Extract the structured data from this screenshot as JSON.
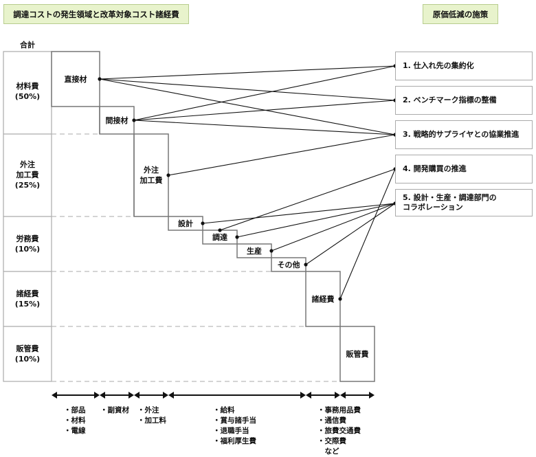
{
  "titles": {
    "left": "調達コストの発生領域と改革対象コスト諸経費",
    "right": "原価低減の施策"
  },
  "total_label": "合計",
  "cost_categories": [
    {
      "label": "材料費\n(50%)",
      "share_percent": 50
    },
    {
      "label": "外注\n加工費\n(25%)",
      "share_percent": 25
    },
    {
      "label": "労務費\n(10%)",
      "share_percent": 10
    },
    {
      "label": "諸経費\n(15%)",
      "share_percent": 15
    },
    {
      "label": "販管費\n(10%)",
      "share_percent": 10
    }
  ],
  "cost_items": [
    {
      "id": "direct",
      "label": "直接材"
    },
    {
      "id": "indirect",
      "label": "間接材"
    },
    {
      "id": "outsourcing",
      "label": "外注\n加工費"
    },
    {
      "id": "design",
      "label": "設計"
    },
    {
      "id": "procurement",
      "label": "調達"
    },
    {
      "id": "production",
      "label": "生産"
    },
    {
      "id": "other",
      "label": "その他"
    },
    {
      "id": "overhead",
      "label": "諸経費"
    },
    {
      "id": "sga",
      "label": "販管費"
    }
  ],
  "measures": [
    {
      "id": "m1",
      "label": "1. 仕入れ先の集約化"
    },
    {
      "id": "m2",
      "label": "2. ベンチマーク指標の整備"
    },
    {
      "id": "m3",
      "label": "3. 戦略的サプライヤとの協業推進"
    },
    {
      "id": "m4",
      "label": "4. 開発購買の推進"
    },
    {
      "id": "m5",
      "label": "5. 設計・生産・調達部門の\nコラボレーション"
    }
  ],
  "connections": [
    {
      "from": "direct",
      "to": "m1"
    },
    {
      "from": "direct",
      "to": "m2"
    },
    {
      "from": "direct",
      "to": "m3"
    },
    {
      "from": "indirect",
      "to": "m1"
    },
    {
      "from": "indirect",
      "to": "m2"
    },
    {
      "from": "indirect",
      "to": "m3"
    },
    {
      "from": "outsourcing",
      "to": "m3"
    },
    {
      "from": "design",
      "to": "m5"
    },
    {
      "from": "procurement-top",
      "to": "m4"
    },
    {
      "from": "procurement",
      "to": "m5"
    },
    {
      "from": "production",
      "to": "m5"
    },
    {
      "from": "other",
      "to": "m5"
    },
    {
      "from": "overhead",
      "to": "m4"
    }
  ],
  "breakdown_notes": [
    {
      "items": [
        "・部品",
        "・材料",
        "・電線"
      ]
    },
    {
      "items": [
        "・副資材"
      ]
    },
    {
      "items": [
        "・外注",
        "・加工料"
      ]
    },
    {
      "items": [
        "・給料",
        "・賞与諸手当",
        "・退職手当",
        "・福利厚生費"
      ]
    },
    {
      "items": [
        "・事務用品費",
        "・通信費",
        "・旅費交通費",
        "・交際費",
        "　など"
      ]
    }
  ]
}
